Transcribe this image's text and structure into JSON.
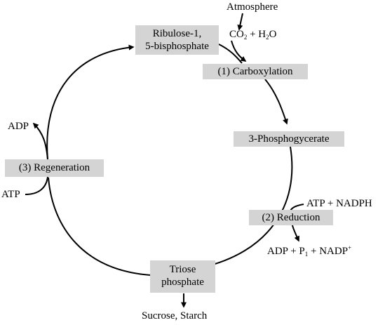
{
  "nodes": {
    "rubp": {
      "line1": "Ribulose-1,",
      "line2": "5-bisphosphate"
    },
    "carboxylation": "(1) Carboxylation",
    "pga": "3-Phosphogycerate",
    "reduction": "(2) Reduction",
    "triose": {
      "line1": "Triose",
      "line2": "phosphate"
    },
    "regeneration": "(3) Regeneration"
  },
  "labels": {
    "atmosphere": "Atmosphere",
    "co2_h2o": {
      "co": "CO",
      "co_sub": "2",
      "plus_h": " + H",
      "h_sub": "2",
      "o": "O"
    },
    "atp_nadph": "ATP + NADPH",
    "adp_p_nadp": {
      "adp_p": "ADP + P",
      "p_sub": "1",
      "plus_nadp": " + NADP",
      "nadp_sup": "+"
    },
    "sucrose_starch": "Sucrose, Starch",
    "adp": "ADP",
    "atp": "ATP"
  }
}
